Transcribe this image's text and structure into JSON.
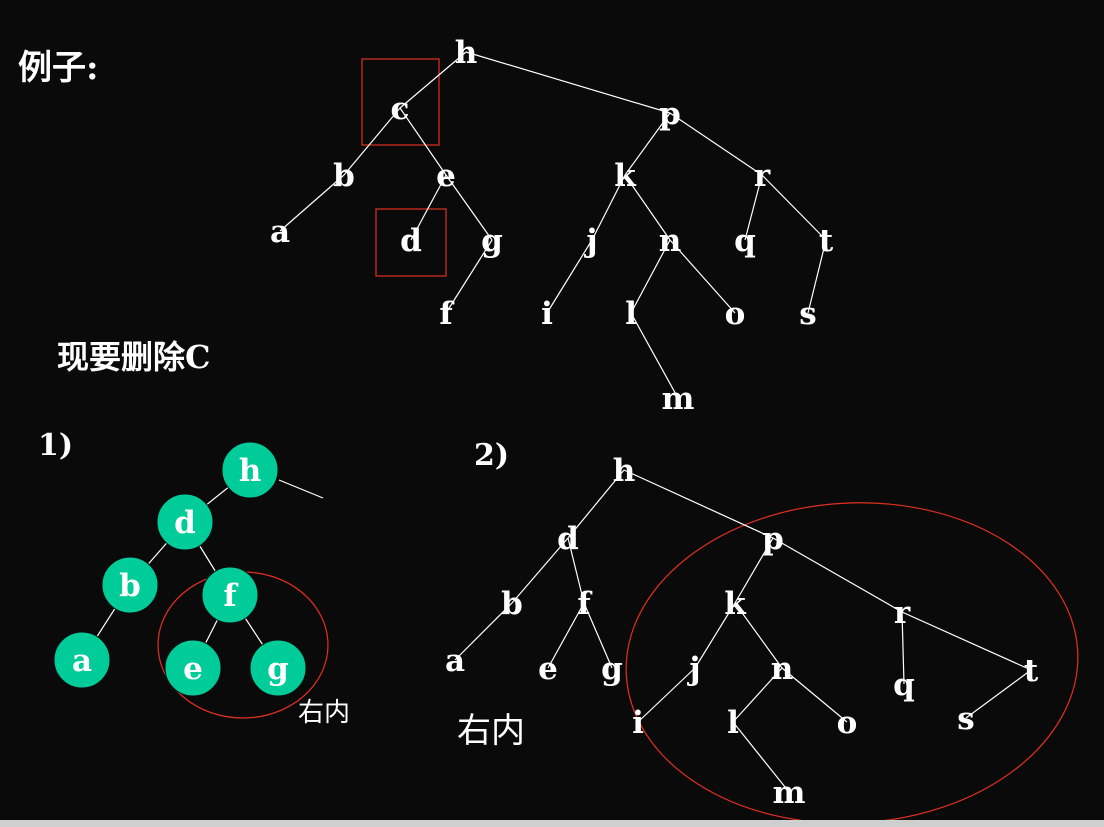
{
  "texts": {
    "example_title": "例子:",
    "task": "现要删除C",
    "case1_label": "1)",
    "case2_label": "2)",
    "case1_note": "右内",
    "case2_note": "右内"
  },
  "colors": {
    "background": "#0a0a0a",
    "node_fill": "#00cc99",
    "node_text": "#ffffff",
    "edge": "#ffffff",
    "highlight": "#e03020"
  },
  "trees": [
    {
      "id": "original",
      "nodes": [
        "h",
        "c",
        "p",
        "b",
        "e",
        "k",
        "r",
        "a",
        "d",
        "g",
        "j",
        "n",
        "q",
        "t",
        "f",
        "i",
        "l",
        "o",
        "s",
        "m"
      ],
      "edges": [
        [
          "h",
          "c"
        ],
        [
          "h",
          "p"
        ],
        [
          "c",
          "b"
        ],
        [
          "c",
          "e"
        ],
        [
          "b",
          "a"
        ],
        [
          "e",
          "d"
        ],
        [
          "e",
          "g"
        ],
        [
          "g",
          "f"
        ],
        [
          "p",
          "k"
        ],
        [
          "p",
          "r"
        ],
        [
          "k",
          "j"
        ],
        [
          "k",
          "n"
        ],
        [
          "j",
          "i"
        ],
        [
          "n",
          "l"
        ],
        [
          "n",
          "o"
        ],
        [
          "l",
          "m"
        ],
        [
          "r",
          "q"
        ],
        [
          "r",
          "t"
        ],
        [
          "t",
          "s"
        ]
      ]
    },
    {
      "id": "case1",
      "nodes": [
        "h",
        "d",
        "b",
        "f",
        "a",
        "e",
        "g"
      ],
      "edges": [
        [
          "h",
          "d"
        ],
        [
          "d",
          "b"
        ],
        [
          "d",
          "f"
        ],
        [
          "b",
          "a"
        ],
        [
          "f",
          "e"
        ],
        [
          "f",
          "g"
        ]
      ]
    },
    {
      "id": "case2",
      "nodes": [
        "h",
        "d",
        "p",
        "b",
        "f",
        "a",
        "e",
        "g",
        "k",
        "r",
        "j",
        "n",
        "q",
        "t",
        "i",
        "l",
        "o",
        "s",
        "m"
      ],
      "edges": [
        [
          "h",
          "d"
        ],
        [
          "h",
          "p"
        ],
        [
          "d",
          "b"
        ],
        [
          "d",
          "f"
        ],
        [
          "b",
          "a"
        ],
        [
          "f",
          "e"
        ],
        [
          "f",
          "g"
        ],
        [
          "p",
          "k"
        ],
        [
          "p",
          "r"
        ],
        [
          "k",
          "j"
        ],
        [
          "k",
          "n"
        ],
        [
          "j",
          "i"
        ],
        [
          "n",
          "l"
        ],
        [
          "n",
          "o"
        ],
        [
          "l",
          "m"
        ],
        [
          "r",
          "q"
        ],
        [
          "r",
          "t"
        ],
        [
          "t",
          "s"
        ]
      ]
    }
  ]
}
